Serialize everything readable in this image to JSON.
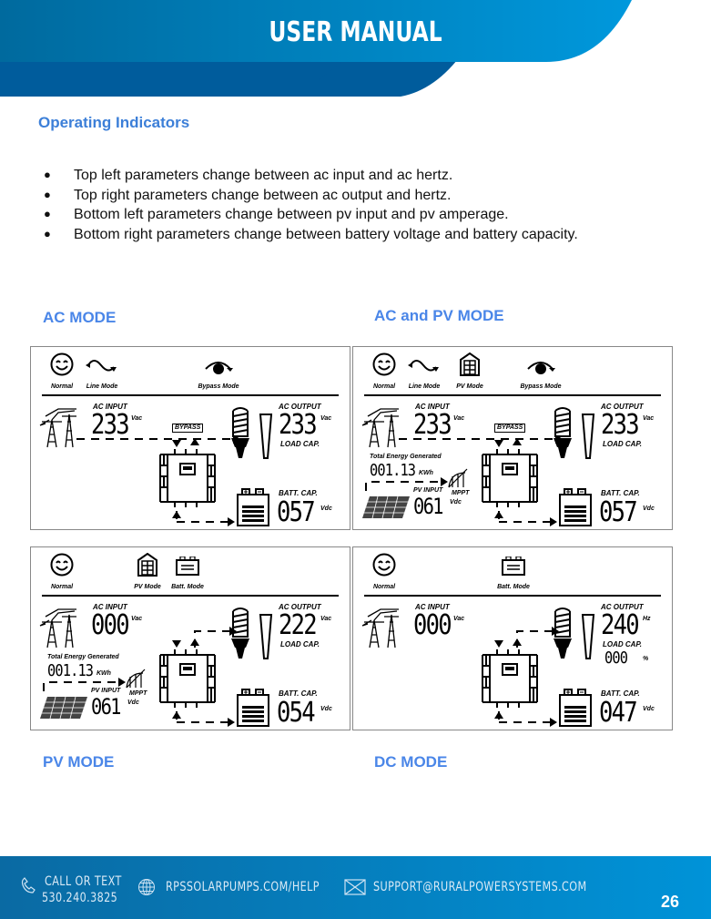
{
  "header": {
    "title": "USER MANUAL"
  },
  "section_title": "Operating Indicators",
  "bullets": [
    "Top left parameters change between ac input and ac hertz.",
    "Top right parameters change between ac output and hertz.",
    "Bottom left parameters change between pv input and pv amperage.",
    "Bottom right parameters change between battery voltage and battery capacity."
  ],
  "modes": {
    "ac": "AC MODE",
    "acpv": "AC and PV MODE",
    "pv": "PV MODE",
    "dc": "DC MODE"
  },
  "panels": [
    {
      "status": [
        "Normal",
        "Line Mode",
        "Bypass Mode"
      ],
      "ac_input": "233",
      "ac_input_unit": "Vac",
      "ac_output": "233",
      "ac_output_unit": "Vac",
      "load": "",
      "load_unit": "",
      "batt": "057",
      "pv": false,
      "bypass": true
    },
    {
      "status": [
        "Normal",
        "Line Mode",
        "PV Mode",
        "Bypass Mode"
      ],
      "ac_input": "233",
      "ac_input_unit": "Vac",
      "ac_output": "233",
      "ac_output_unit": "Vac",
      "load": "",
      "load_unit": "",
      "batt": "057",
      "pv": true,
      "bypass": true,
      "energy": "001.13",
      "pv_input": "061"
    },
    {
      "status": [
        "Normal",
        "PV Mode",
        "Batt. Mode"
      ],
      "ac_input": "000",
      "ac_input_unit": "Vac",
      "ac_output": "222",
      "ac_output_unit": "Vac",
      "load": "",
      "load_unit": "",
      "batt": "054",
      "pv": true,
      "bypass": false,
      "energy": "001.13",
      "pv_input": "061"
    },
    {
      "status": [
        "Normal",
        "Batt. Mode"
      ],
      "ac_input": "000",
      "ac_input_unit": "Vac",
      "ac_output": "240",
      "ac_output_unit": "Hz",
      "load": "000",
      "load_unit": "%",
      "batt": "047",
      "pv": false,
      "bypass": false
    }
  ],
  "panel_labels": {
    "ac_input": "AC INPUT",
    "ac_output": "AC OUTPUT",
    "load_cap": "LOAD CAP.",
    "batt_cap": "BATT. CAP.",
    "vdc": "Vdc",
    "bypass": "BYPASS",
    "energy": "Total Energy Generated",
    "kwh": "KWh",
    "pv_input": "PV INPUT",
    "mppt": "MPPT"
  },
  "footer": {
    "call": "CALL OR TEXT",
    "phone": "530.240.3825",
    "web": "RPSSOLARPUMPS.COM/HELP",
    "email": "SUPPORT@RURALPOWERSYSTEMS.COM",
    "page": "26"
  },
  "colors": {
    "header_dark": "#005a9a",
    "header_light": "#0096db",
    "heading": "#3c7fd8"
  }
}
